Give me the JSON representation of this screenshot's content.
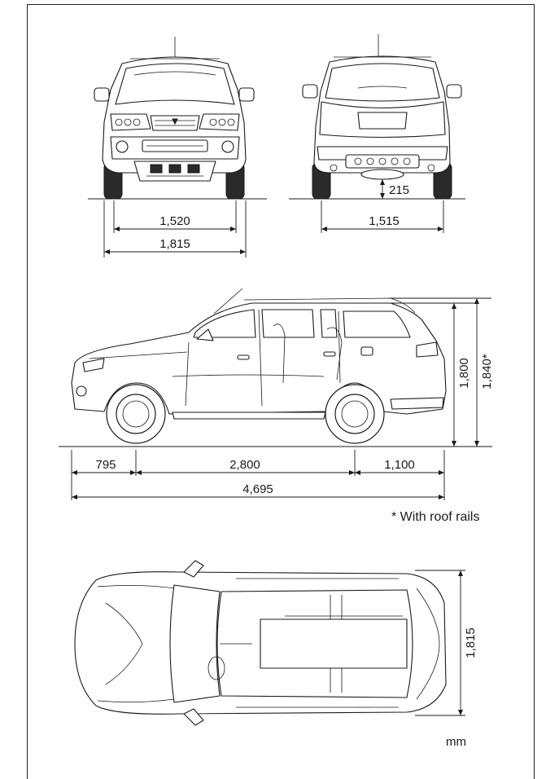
{
  "dimensions": {
    "front_track": "1,520",
    "front_width": "1,815",
    "rear_track": "1,515",
    "ground_clearance": "215",
    "height": "1,800",
    "height_with_rails": "1,840*",
    "front_overhang": "795",
    "wheelbase": "2,800",
    "rear_overhang": "1,100",
    "overall_length": "4,695",
    "top_width": "1,815"
  },
  "footnote": "* With roof rails",
  "unit": "mm"
}
